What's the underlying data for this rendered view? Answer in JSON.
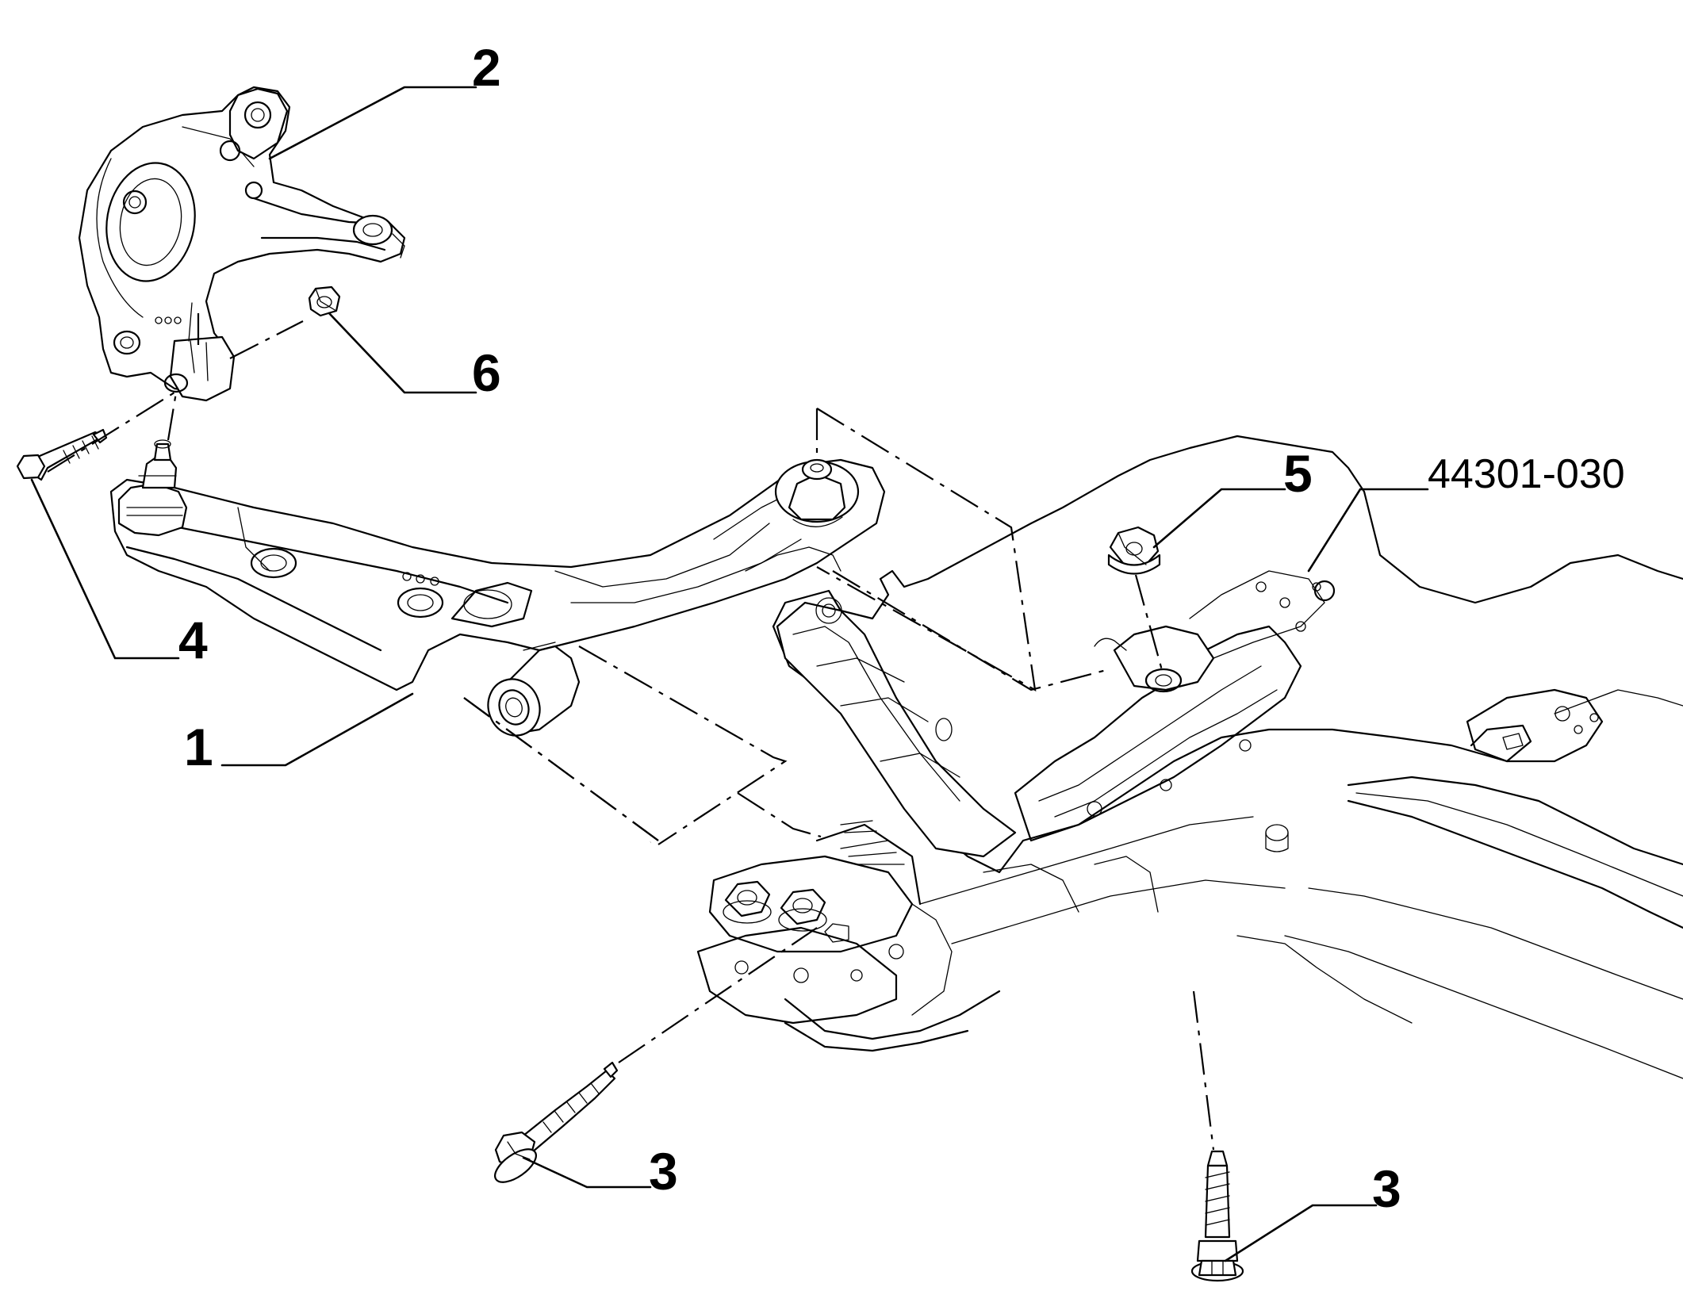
{
  "drawing_number": "44301-030",
  "callouts": {
    "c1": "1",
    "c2": "2",
    "c3a": "3",
    "c3b": "3",
    "c4": "4",
    "c5": "5",
    "c6": "6"
  }
}
